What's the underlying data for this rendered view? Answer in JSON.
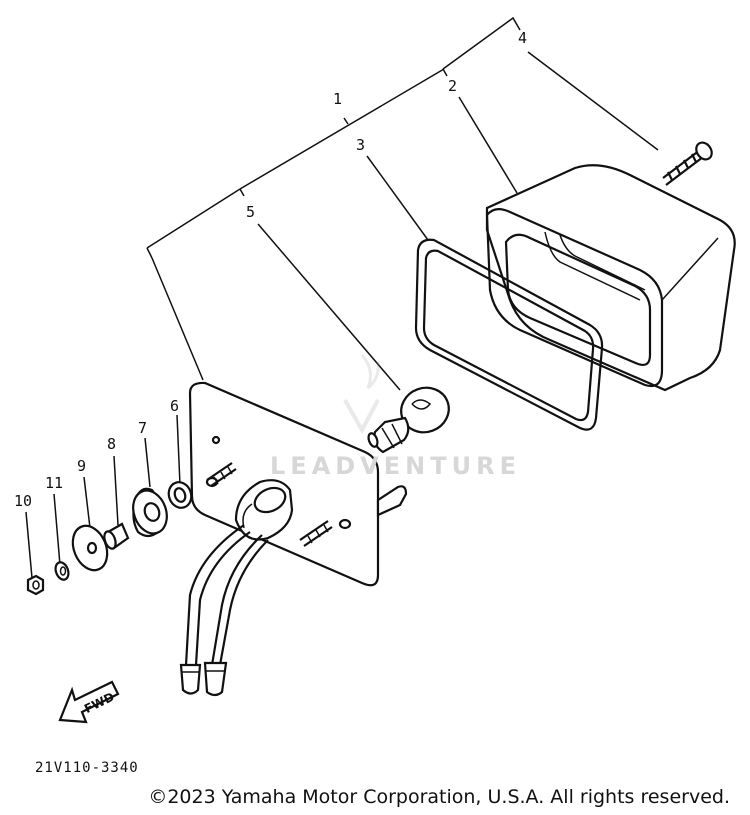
{
  "callouts": {
    "c1": "1",
    "c2": "2",
    "c3": "3",
    "c4": "4",
    "c5": "5",
    "c6": "6",
    "c7": "7",
    "c8": "8",
    "c9": "9",
    "c10": "10",
    "c11": "11"
  },
  "direction_label": "FWD",
  "diagram_code": "21V110-3340",
  "copyright": "©2023 Yamaha Motor Corporation, U.S.A. All rights reserved.",
  "watermark": "LEADVENTURE"
}
